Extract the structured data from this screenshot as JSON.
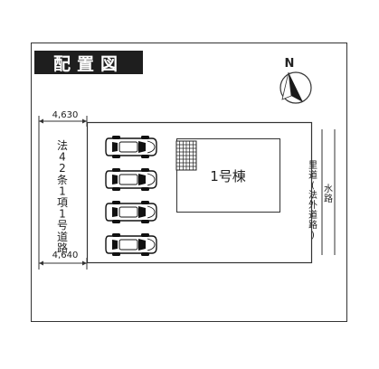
{
  "title": "配置図",
  "north": {
    "label": "N"
  },
  "dimensions": {
    "top_width": "4,630",
    "bottom_width": "4,640"
  },
  "left_road": "法42条1項1号道路",
  "right_road": "里道(法外道路)",
  "waterway": "水路",
  "building": {
    "label": "1号棟"
  },
  "parking": {
    "car_count": 4
  },
  "colors": {
    "title_bg": "#1e1e1e",
    "title_fg": "#ffffff",
    "line": "#333333"
  }
}
